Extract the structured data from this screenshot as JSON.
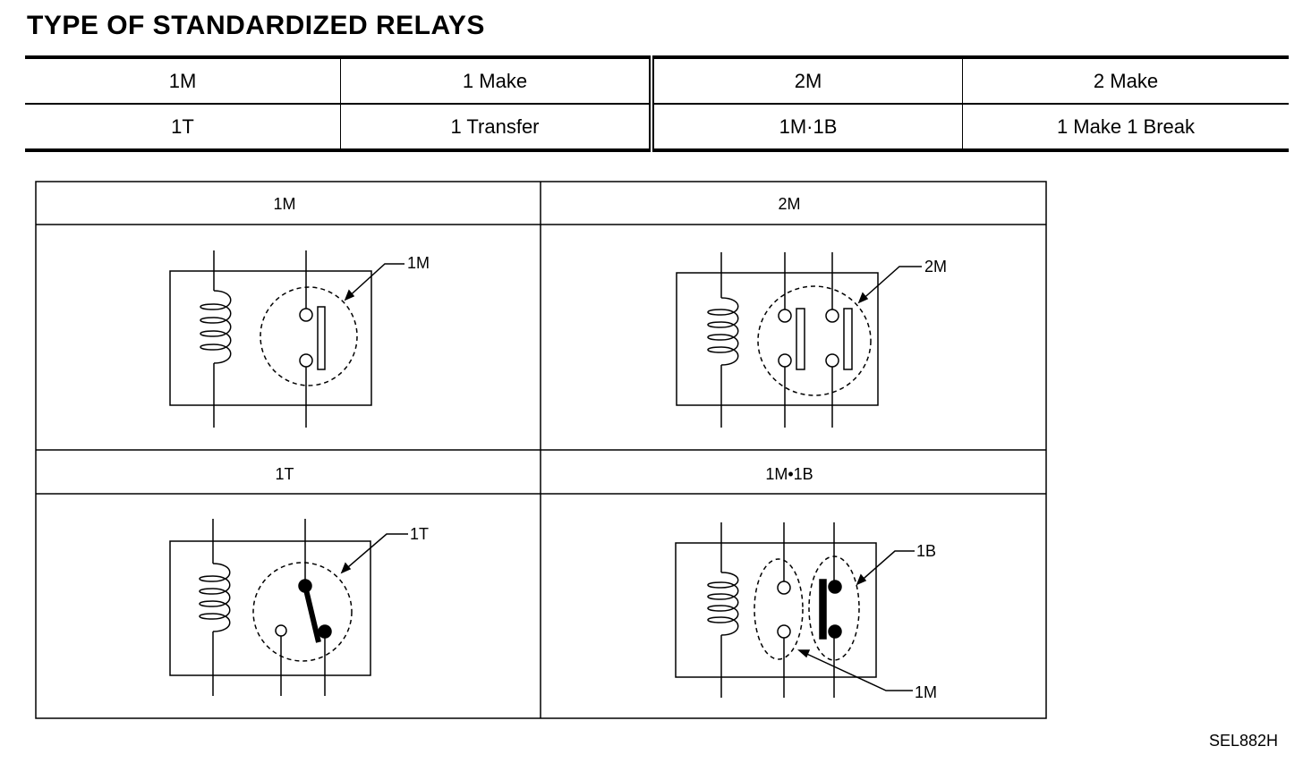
{
  "title": "TYPE OF STANDARDIZED RELAYS",
  "legend": [
    {
      "code_a": "1M",
      "name_a": "1 Make",
      "code_b": "2M",
      "name_b": "2 Make"
    },
    {
      "code_a": "1T",
      "name_a": "1 Transfer",
      "code_b": "1M·1B",
      "name_b": "1 Make 1 Break"
    }
  ],
  "panels": {
    "p1": {
      "header": "1M",
      "callout": "1M"
    },
    "p2": {
      "header": "2M",
      "callout": "2M"
    },
    "p3": {
      "header": "1T",
      "callout": "1T"
    },
    "p4": {
      "header": "1M•1B",
      "callout_break": "1B",
      "callout_make": "1M"
    }
  },
  "figure_code": "SEL882H"
}
